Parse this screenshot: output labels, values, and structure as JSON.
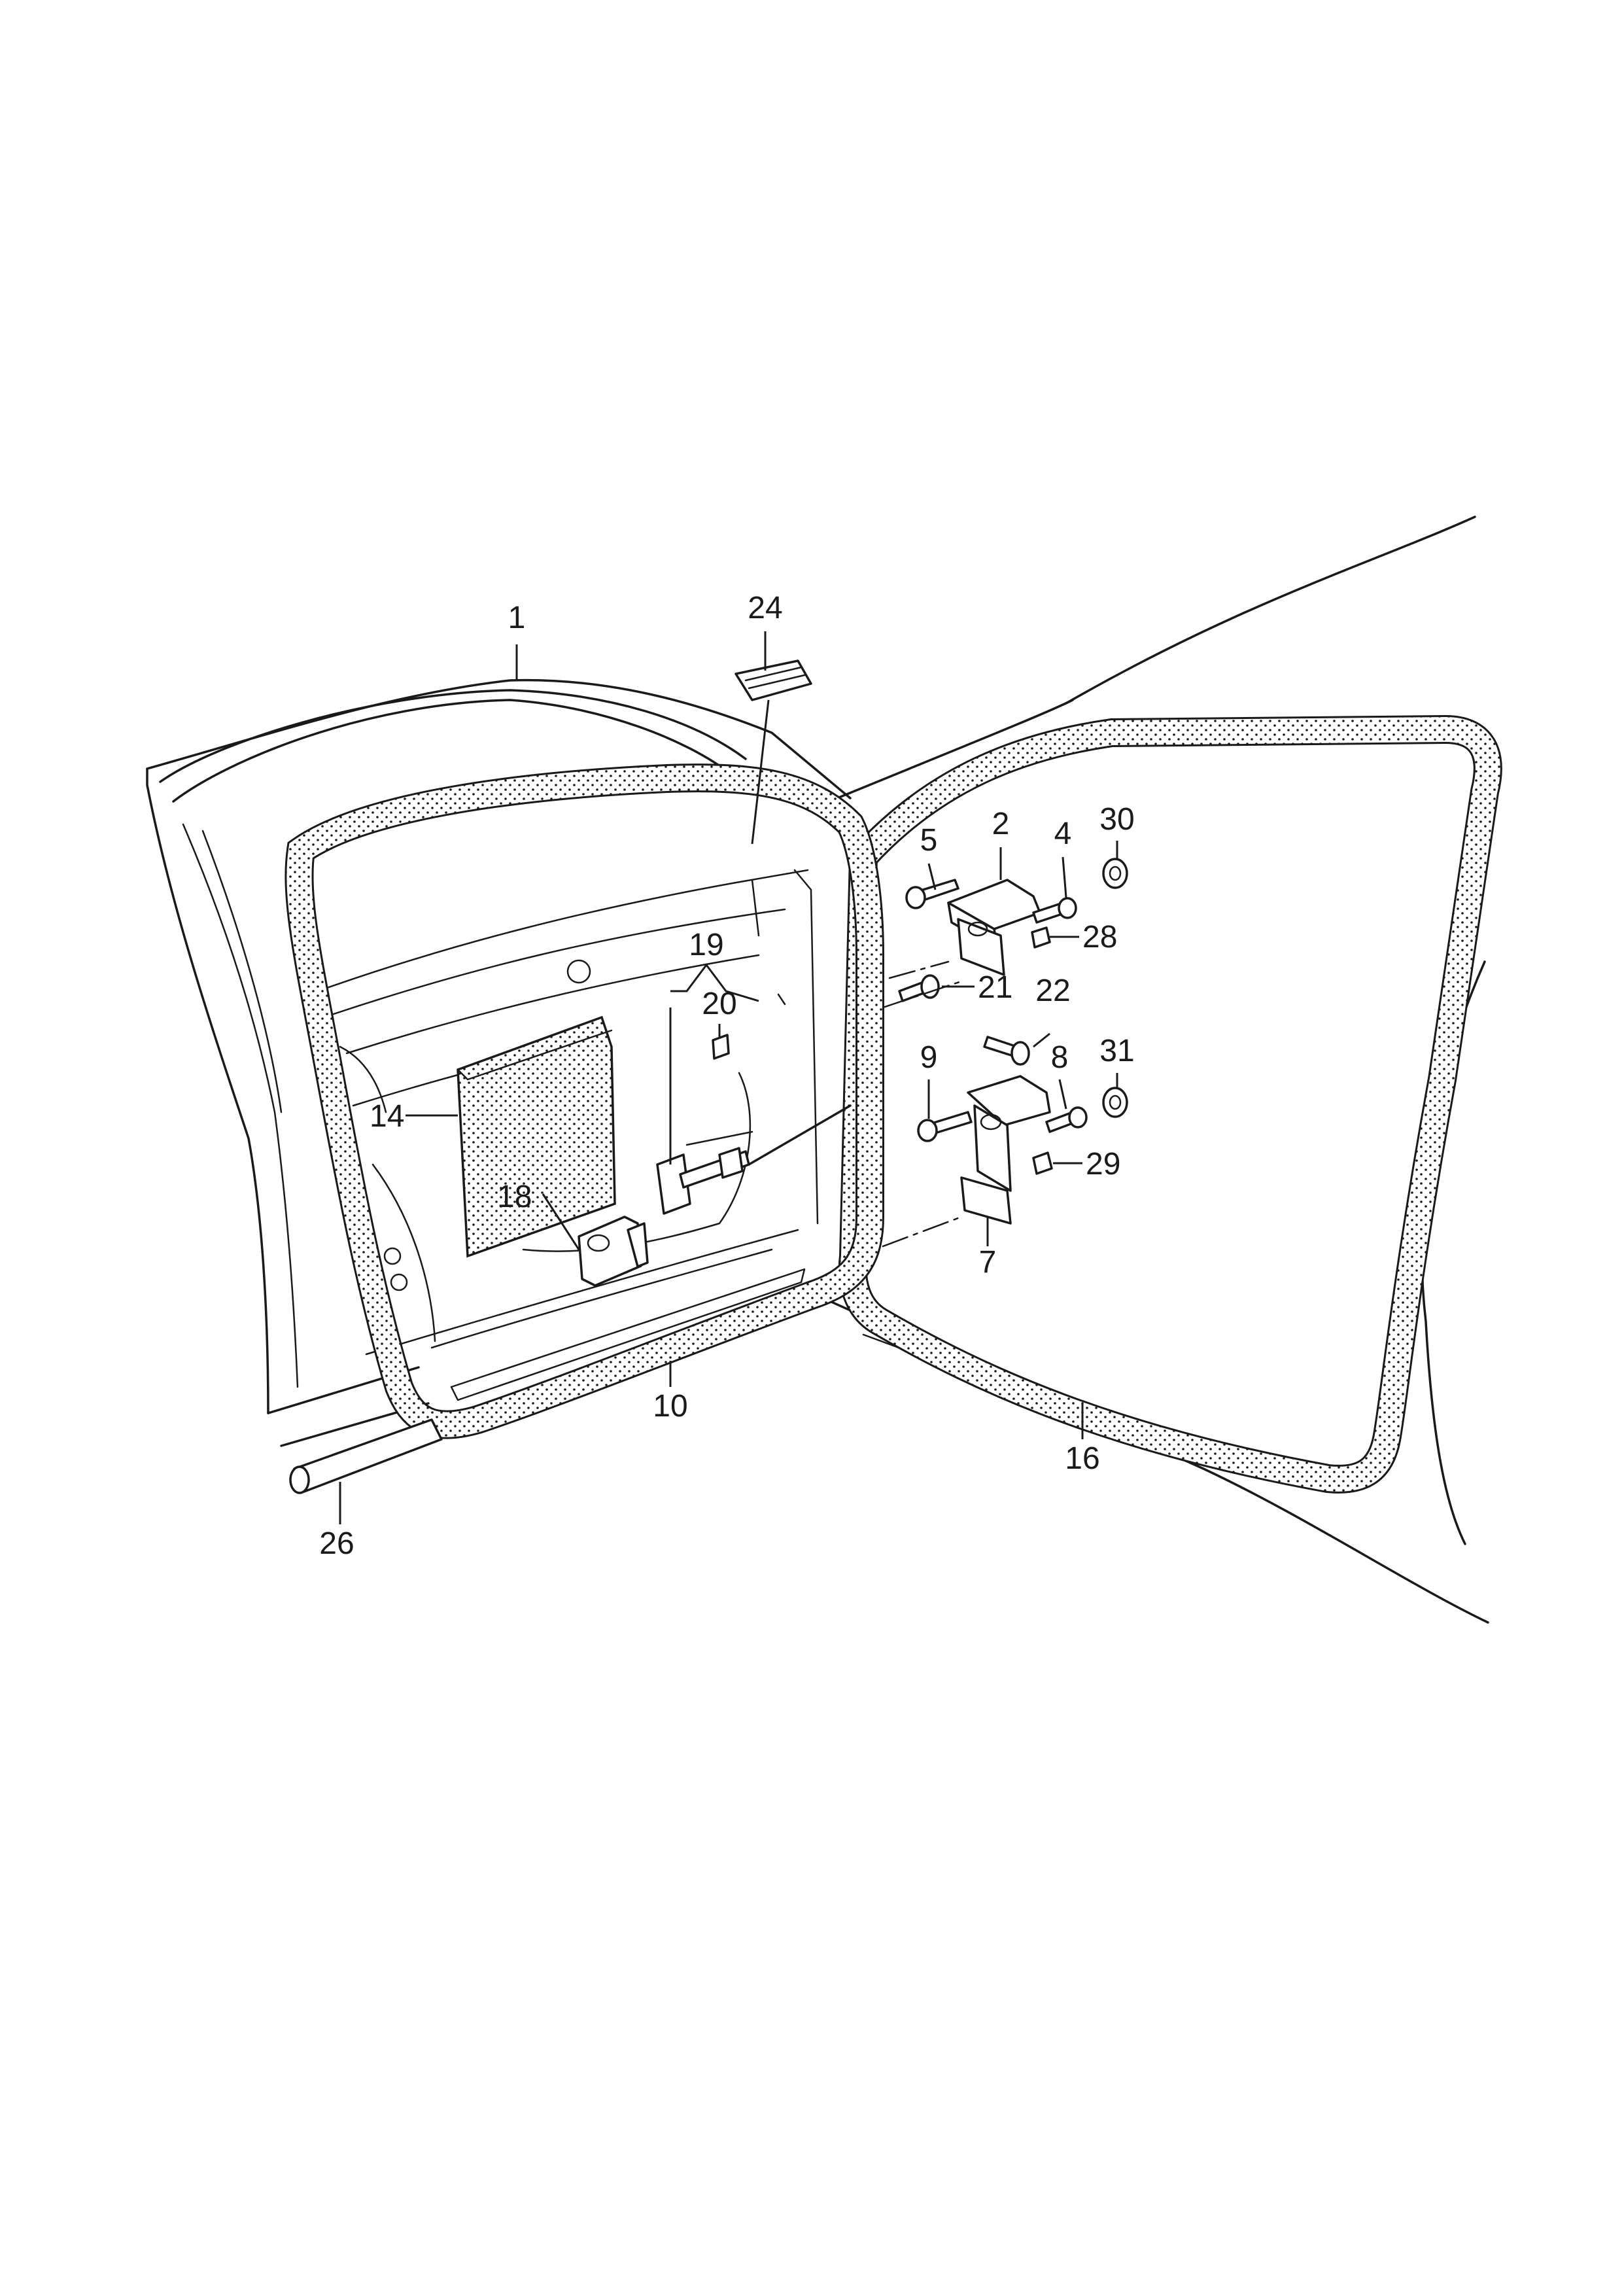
{
  "labels": {
    "l1": "1",
    "l2": "2",
    "l4": "4",
    "l5": "5",
    "l7": "7",
    "l8": "8",
    "l9": "9",
    "l10": "10",
    "l14": "14",
    "l16": "16",
    "l18": "18",
    "l19": "19",
    "l20": "20",
    "l21": "21",
    "l22": "22",
    "l24": "24",
    "l26": "26",
    "l28": "28",
    "l29": "29",
    "l30": "30",
    "l31": "31"
  }
}
